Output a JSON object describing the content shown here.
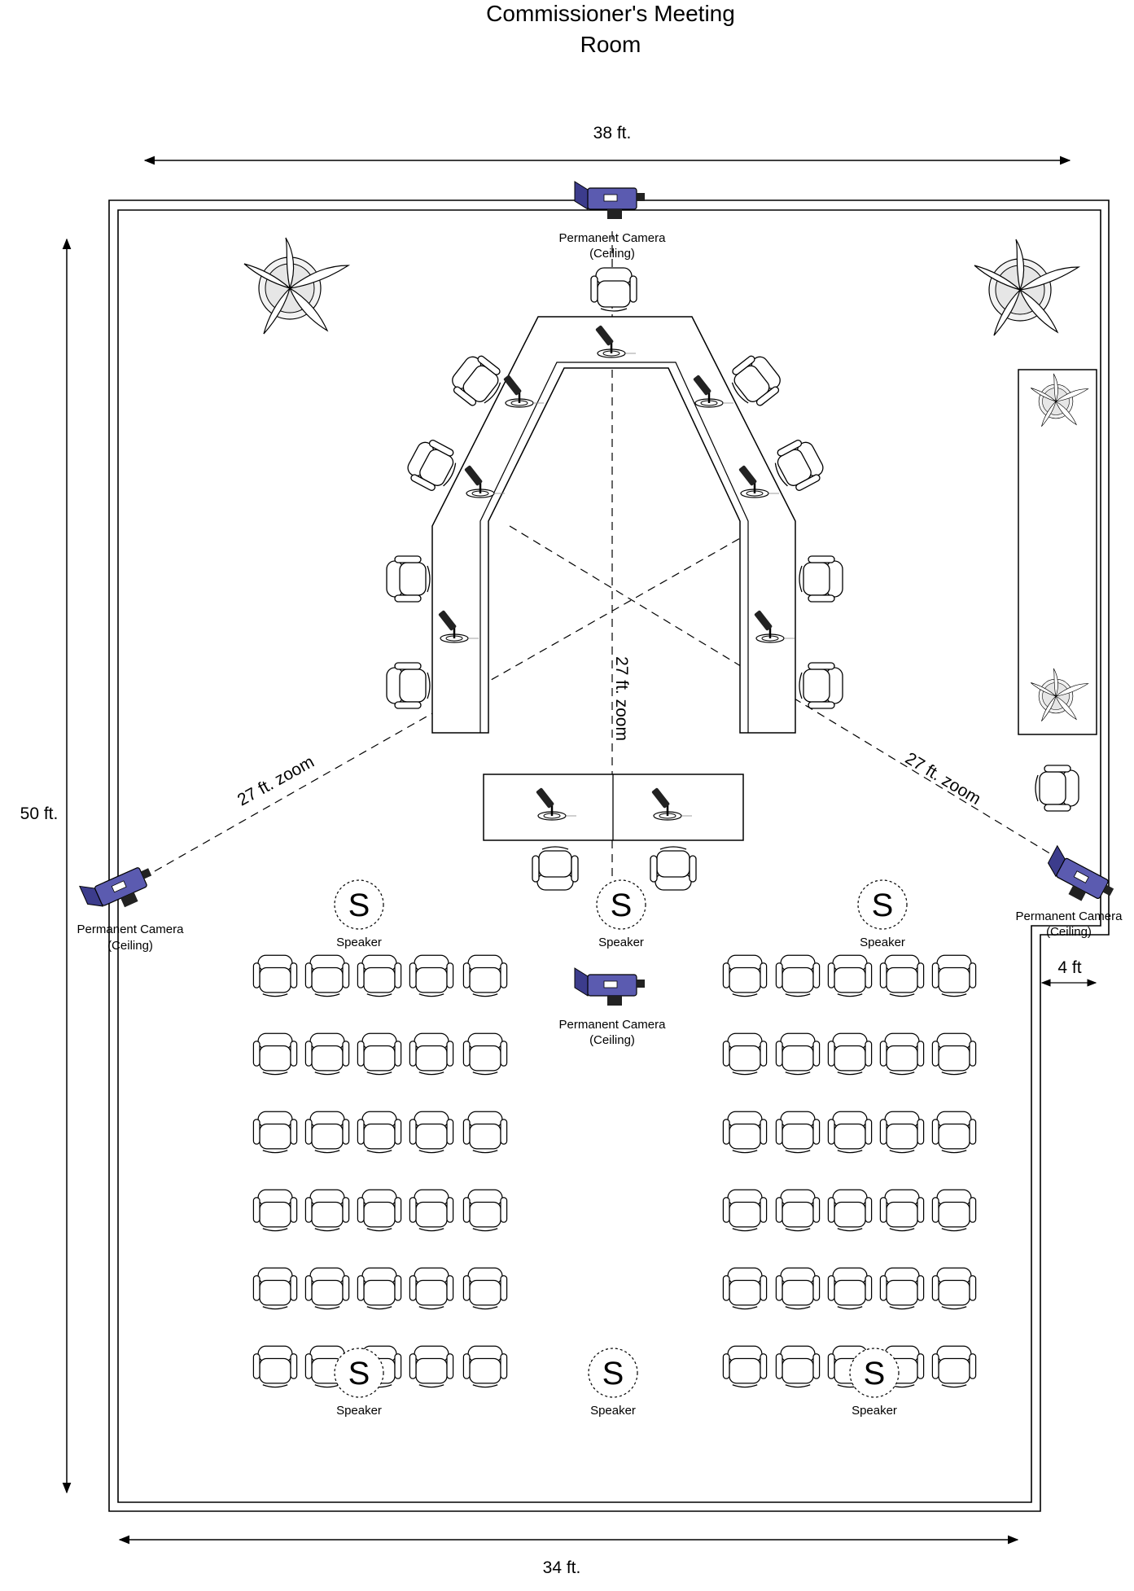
{
  "title": {
    "line1": "Commissioner's Meeting",
    "line2": "Room"
  },
  "dimensions": {
    "top_width": "38 ft.",
    "bottom_width": "34 ft.",
    "height": "50 ft.",
    "notch": "4 ft"
  },
  "cameras": [
    {
      "line1": "Permanent Camera",
      "line2": "(Ceiling)"
    },
    {
      "line1": "Permanent Camera",
      "line2": "(Ceiling)"
    },
    {
      "line1": "Permanent Camera",
      "line2": "(Ceiling)"
    },
    {
      "line1": "Permanent Camera",
      "line2": "(Ceiling)"
    }
  ],
  "zoom_labels": [
    "27 ft. zoom",
    "27 ft. zoom",
    "27 ft. zoom"
  ],
  "speaker_symbol": "S",
  "speaker_label": "Speaker",
  "colors": {
    "camera_body": "#5b5bb0",
    "camera_dark": "#2a2a6a",
    "line": "#000000"
  },
  "icons": [
    "camera-icon",
    "microphone-icon",
    "chair-icon",
    "plant-icon",
    "speaker-icon"
  ]
}
